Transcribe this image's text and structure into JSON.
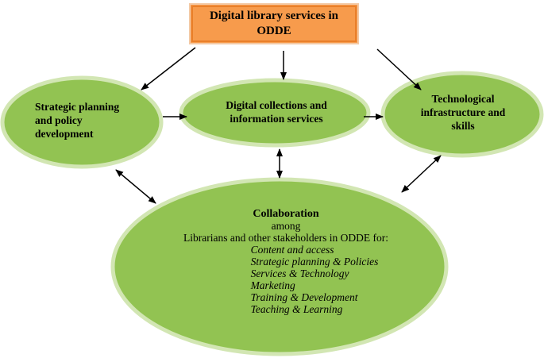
{
  "top": {
    "line1": "Digital library services in",
    "line2": "ODDE"
  },
  "nodes": {
    "strategic": {
      "line1": "Strategic planning",
      "line2": "and policy",
      "line3": "development"
    },
    "collections": {
      "line1": "Digital collections and",
      "line2": "information services"
    },
    "technology": {
      "line1": "Technological",
      "line2": "infrastructure and",
      "line3": "skills"
    }
  },
  "collaboration": {
    "title": "Collaboration",
    "among": "among",
    "subtitle": "Librarians and other stakeholders in ODDE for:",
    "topics": [
      "Content and access",
      "Strategic planning & Policies",
      "Services & Technology",
      "Marketing",
      "Training & Development",
      "Teaching & Learning"
    ]
  },
  "colors": {
    "ellipse_fill": "#92c352",
    "ellipse_stroke": "#d2e6b3",
    "top_fill": "#f79b4c",
    "arrow": "#000000"
  }
}
